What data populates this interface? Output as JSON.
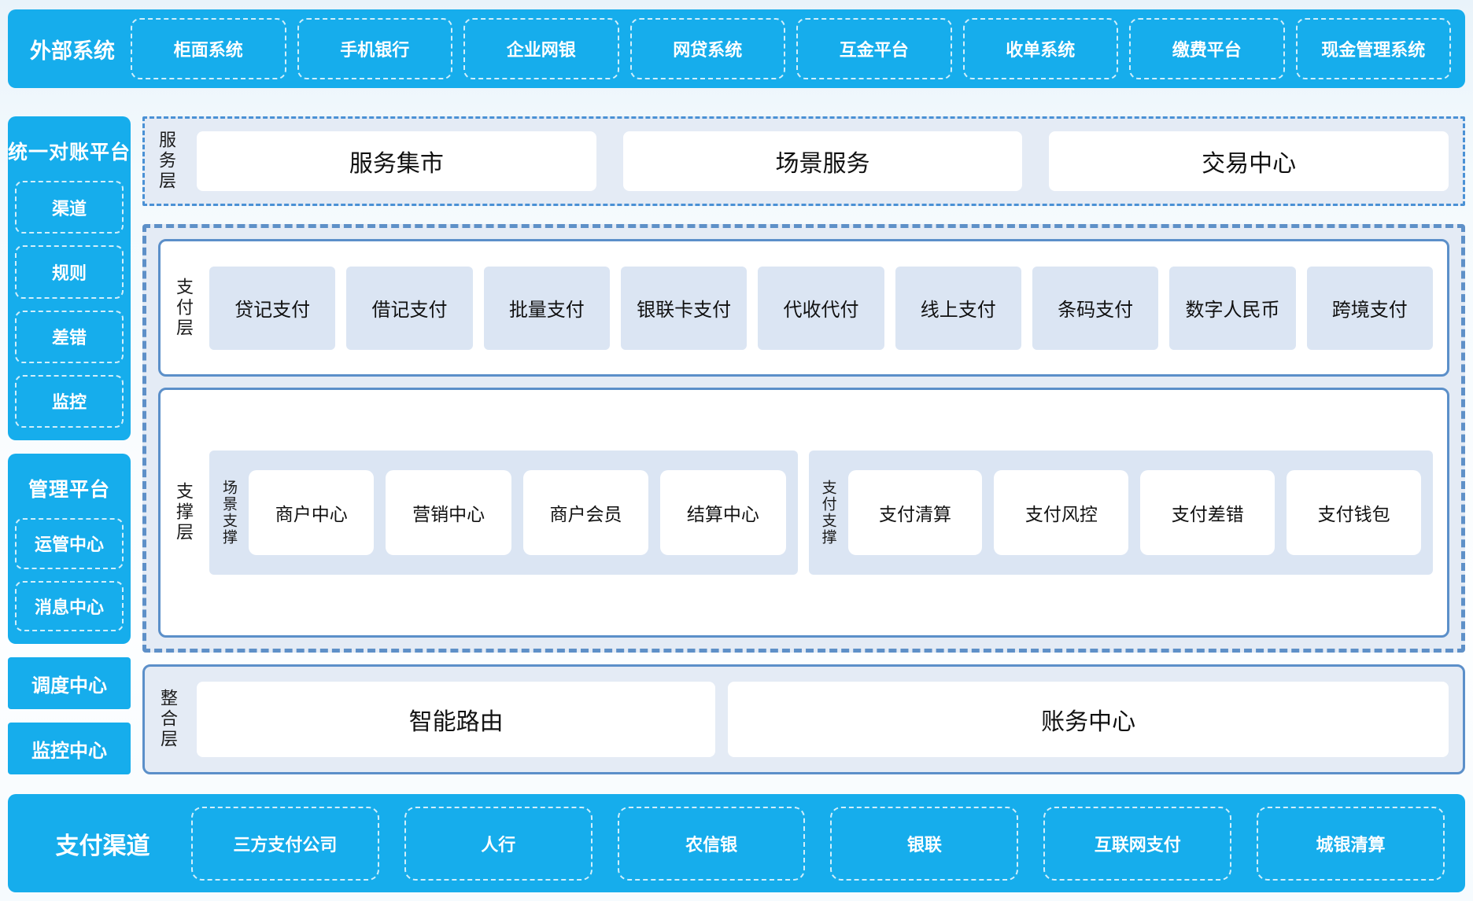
{
  "colors": {
    "accent": "#16adec",
    "panel": "#e4ebf5",
    "node": "#dbe5f3",
    "line": "#5b8fc9",
    "dash": "#5e90c8",
    "ink": "#1b1b1b"
  },
  "top_bar": {
    "title": "外部系统",
    "items": [
      "柜面系统",
      "手机银行",
      "企业网银",
      "网贷系统",
      "互金平台",
      "收单系统",
      "缴费平台",
      "现金管理系统"
    ]
  },
  "sidebar": {
    "recon": {
      "title": "统一对账平台",
      "items": [
        "渠道",
        "规则",
        "差错",
        "监控"
      ]
    },
    "mgmt": {
      "title": "管理平台",
      "items": [
        "运管中心",
        "消息中心"
      ]
    },
    "standalone": [
      "调度中心",
      "监控中心"
    ]
  },
  "service_layer": {
    "label": "服务层",
    "items": [
      "服务集市",
      "场景服务",
      "交易中心"
    ]
  },
  "payment_layer": {
    "label": "支付层",
    "items": [
      "贷记支付",
      "借记支付",
      "批量支付",
      "银联卡支付",
      "代收代付",
      "线上支付",
      "条码支付",
      "数字人民币",
      "跨境支付"
    ]
  },
  "support_layer": {
    "label": "支撑层",
    "groups": [
      {
        "label": "场景支撑",
        "items": [
          "商户中心",
          "营销中心",
          "商户会员",
          "结算中心"
        ]
      },
      {
        "label": "支付支撑",
        "items": [
          "支付清算",
          "支付风控",
          "支付差错",
          "支付钱包"
        ]
      }
    ]
  },
  "integration_layer": {
    "label": "整合层",
    "items": [
      "智能路由",
      "账务中心"
    ]
  },
  "bottom_bar": {
    "title": "支付渠道",
    "items": [
      "三方支付公司",
      "人行",
      "农信银",
      "银联",
      "互联网支付",
      "城银清算"
    ]
  }
}
